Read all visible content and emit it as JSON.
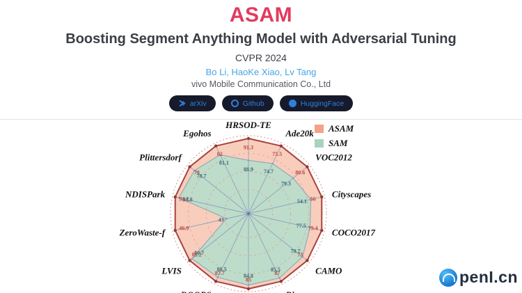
{
  "header": {
    "title": "ASAM",
    "subtitle": "Boosting Segment Anything Model with Adversarial Tuning",
    "venue": "CVPR 2024",
    "authors": "Bo Li, HaoKe Xiao, Lv Tang",
    "affiliation": "vivo Mobile Communication Co., Ltd",
    "title_color": "#e23a5e",
    "authors_color": "#45a5e6"
  },
  "buttons": [
    {
      "label": "arXiv",
      "icon": "arxiv-icon"
    },
    {
      "label": "Github",
      "icon": "github-icon"
    },
    {
      "label": "HuggingFace",
      "icon": "huggingface-icon"
    }
  ],
  "chart_data": {
    "type": "radar",
    "legend": [
      {
        "name": "ASAM",
        "color": "#f3a286"
      },
      {
        "name": "SAM",
        "color": "#a9d3bf"
      }
    ],
    "legend_position": "top-right",
    "grid": "dashed-circles",
    "axes": [
      {
        "category": "HRSOD-TE",
        "asam": 91.3,
        "sam": 88.9,
        "sam_frac": 0.71
      },
      {
        "category": "Ade20k",
        "asam": 75.5,
        "sam": 74.7,
        "sam_frac": 0.74
      },
      {
        "category": "VOC2012",
        "asam": 80.6,
        "sam": 79.3,
        "sam_frac": 0.76
      },
      {
        "category": "Cityscapes",
        "asam": 56,
        "sam": 54.1,
        "sam_frac": 0.85
      },
      {
        "category": "COCO2017",
        "asam": 79.4,
        "sam": 77.5,
        "sam_frac": 0.84
      },
      {
        "category": "CAMO",
        "asam": 73,
        "sam": 70.7,
        "sam_frac": 0.92
      },
      {
        "category": "Big",
        "asam": 87,
        "sam": 85.5,
        "sam_frac": 0.95
      },
      {
        "category": "",
        "asam": 85,
        "sam": 84.8,
        "sam_frac": 0.95
      },
      {
        "category": "DOORS",
        "asam": 87.7,
        "sam": 86.5,
        "sam_frac": 0.94
      },
      {
        "category": "LVIS",
        "asam": 81.2,
        "sam": 80.7,
        "sam_frac": 0.96
      },
      {
        "category": "ZeroWaste-f",
        "asam": 46.9,
        "sam": 43,
        "sam_frac": 0.3
      },
      {
        "category": "NDISPark",
        "asam": 92.2,
        "sam": 91.8,
        "sam_frac": 0.95
      },
      {
        "category": "Plittersdorf",
        "asam": 79,
        "sam": 78.7,
        "sam_frac": 0.92
      },
      {
        "category": "Egohos",
        "asam": 82,
        "sam": 81.1,
        "sam_frac": 0.87
      }
    ],
    "colors": {
      "asam_fill": "#f8cdbc",
      "asam_stroke": "#a8433e",
      "asam_dot": "#8e3a36",
      "sam_fill": "#bddcca",
      "sam_stroke": "#8aa0b8",
      "grid_dashed": "#df9d96",
      "axis_line": "#90a2bd",
      "asam_label": "#c3443a",
      "sam_label": "#3c6b74",
      "category_label": "#111111"
    }
  },
  "watermark": {
    "text": "penI.cn",
    "logo": "openi-logo"
  }
}
